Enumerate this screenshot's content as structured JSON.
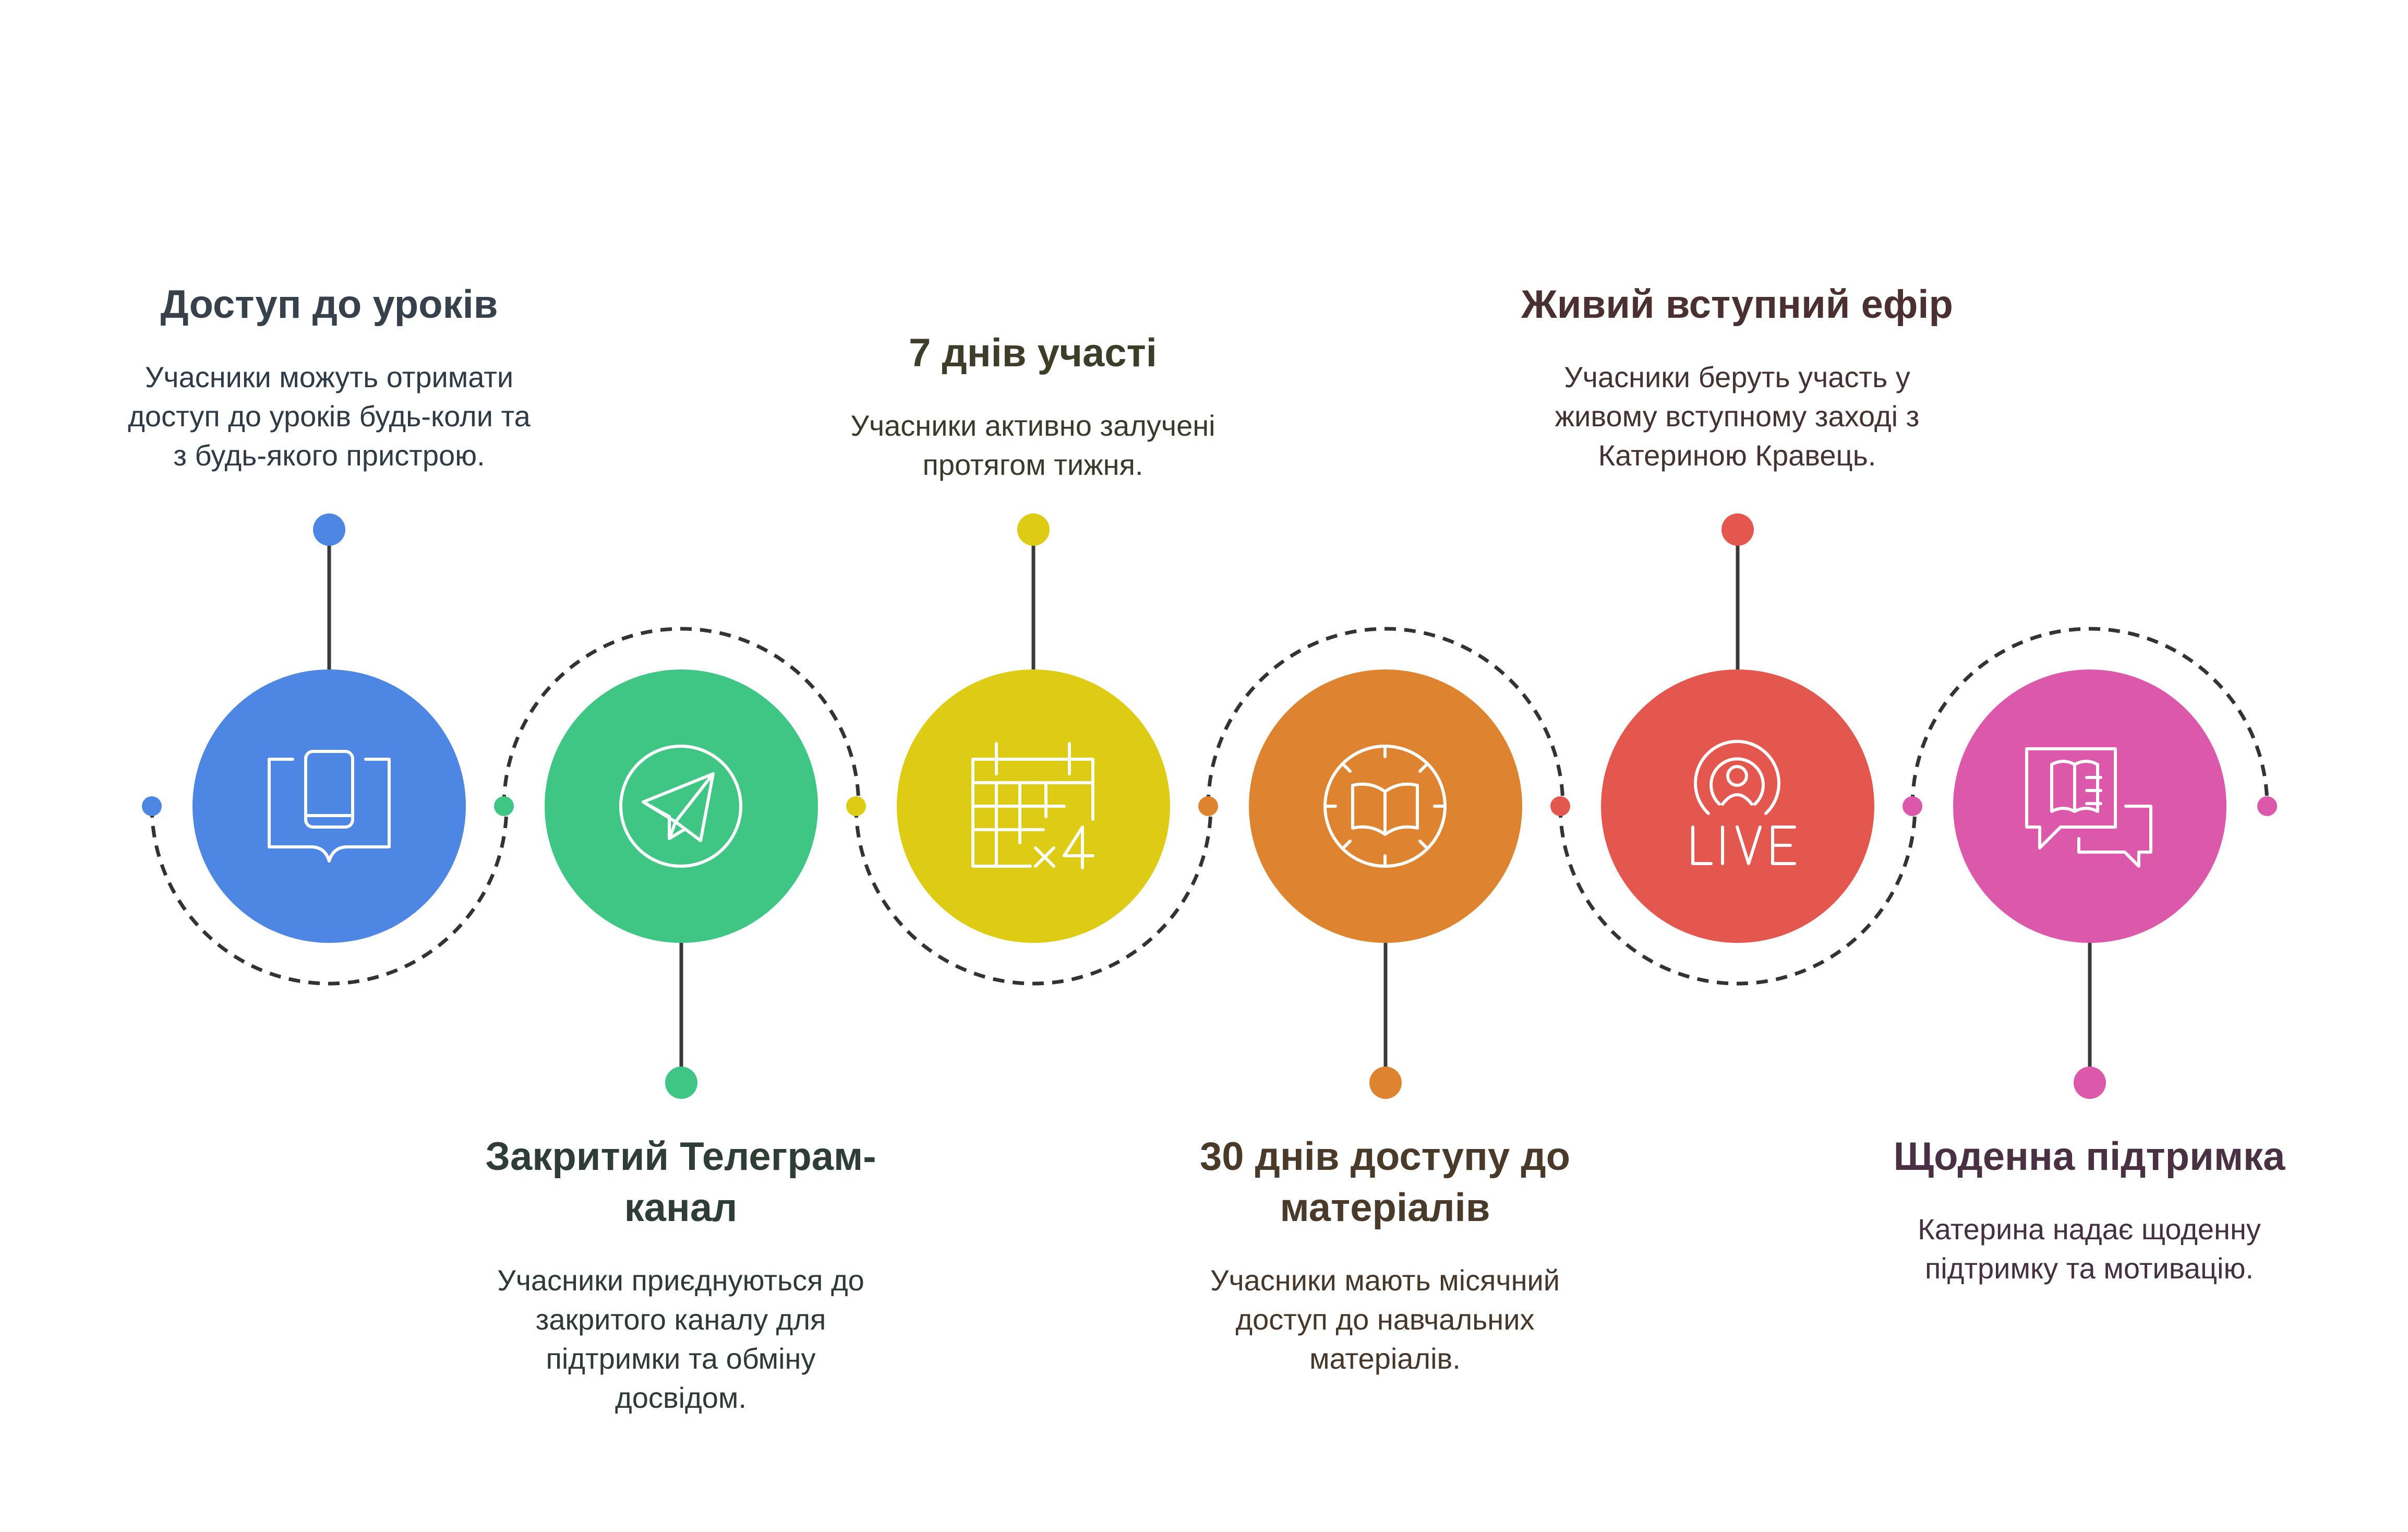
{
  "colors": {
    "blue": "#4E86E4",
    "green": "#3FC584",
    "yellow": "#DECC14",
    "orange": "#DE832F",
    "red": "#E3574F",
    "pink": "#DC58AB",
    "dashed_path": "#333333",
    "icon_stroke": "#ffffff",
    "text_dark": "#333f48"
  },
  "steps": [
    {
      "title": "Доступ до уроків",
      "description": "Учасники можуть отримати\nдоступ до уроків будь-коли та\nз будь-якого пристрою.",
      "icon": "book-phone-icon",
      "color": "#4E86E4",
      "title_color": "#36414c",
      "text_color": "#2f3a45",
      "position": "top"
    },
    {
      "title": "Закритий Телеграм-\nканал",
      "description": "Учасники приєднуються до\nзакритого каналу для\nпідтримки та обміну\nдосвідом.",
      "icon": "telegram-icon",
      "color": "#3FC584",
      "title_color": "#2f3d37",
      "text_color": "#2f3a37",
      "position": "bottom"
    },
    {
      "title": "7 днів участі",
      "description": "Учасники активно залучені\nпротягом тижня.",
      "icon": "calendar-icon",
      "color": "#DECC14",
      "title_color": "#3d3d2a",
      "text_color": "#3a3a2c",
      "position": "top"
    },
    {
      "title": "30 днів доступу до\nматеріалів",
      "description": "Учасники мають місячний\nдоступ до навчальних\nматеріалів.",
      "icon": "book-clock-icon",
      "color": "#DE832F",
      "title_color": "#4a3a2a",
      "text_color": "#45372a",
      "position": "bottom"
    },
    {
      "title": "Живий вступний ефір",
      "description": "Учасники беруть участь у\nживому вступному заході з\nКатериною Кравець.",
      "icon": "live-icon",
      "color": "#E3574F",
      "title_color": "#4a3030",
      "text_color": "#453232",
      "position": "top"
    },
    {
      "title": "Щоденна підтримка",
      "description": "Катерина надає щоденну\nпідтримку та мотивацію.",
      "icon": "chat-icon",
      "color": "#DC58AB",
      "title_color": "#4a3043",
      "text_color": "#45303f",
      "position": "bottom"
    }
  ]
}
